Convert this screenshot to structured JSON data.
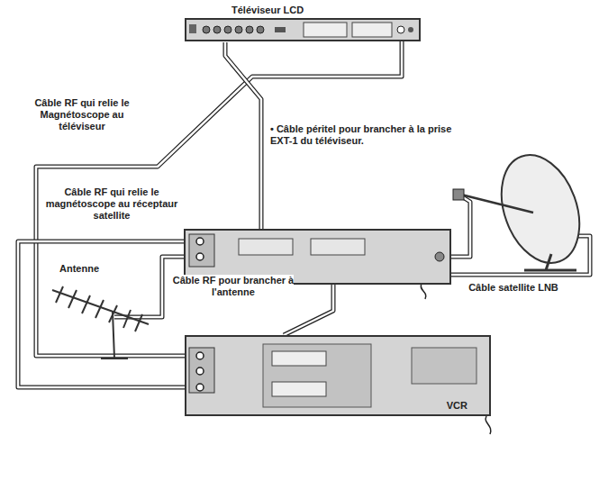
{
  "diagram": {
    "nodes": [
      {
        "text": [
          "Téléviseur LCD"
        ]
      },
      {
        "text": [
          "VCR"
        ]
      }
    ],
    "edges": [
      {
        "from": 1,
        "to": 0,
        "arrow": "none"
      }
    ],
    "labels": [
      "Câble RF qui relie le Magnétoscope au téléviseur",
      "• Câble péritel pour brancher à la prise EXT-1 du téléviseur.",
      "Câble RF qui relie le magnétoscope au réceptaur satellite",
      "Antenne",
      "Câble RF pour brancher à l'antenne",
      "Câble satellite LNB"
    ]
  }
}
